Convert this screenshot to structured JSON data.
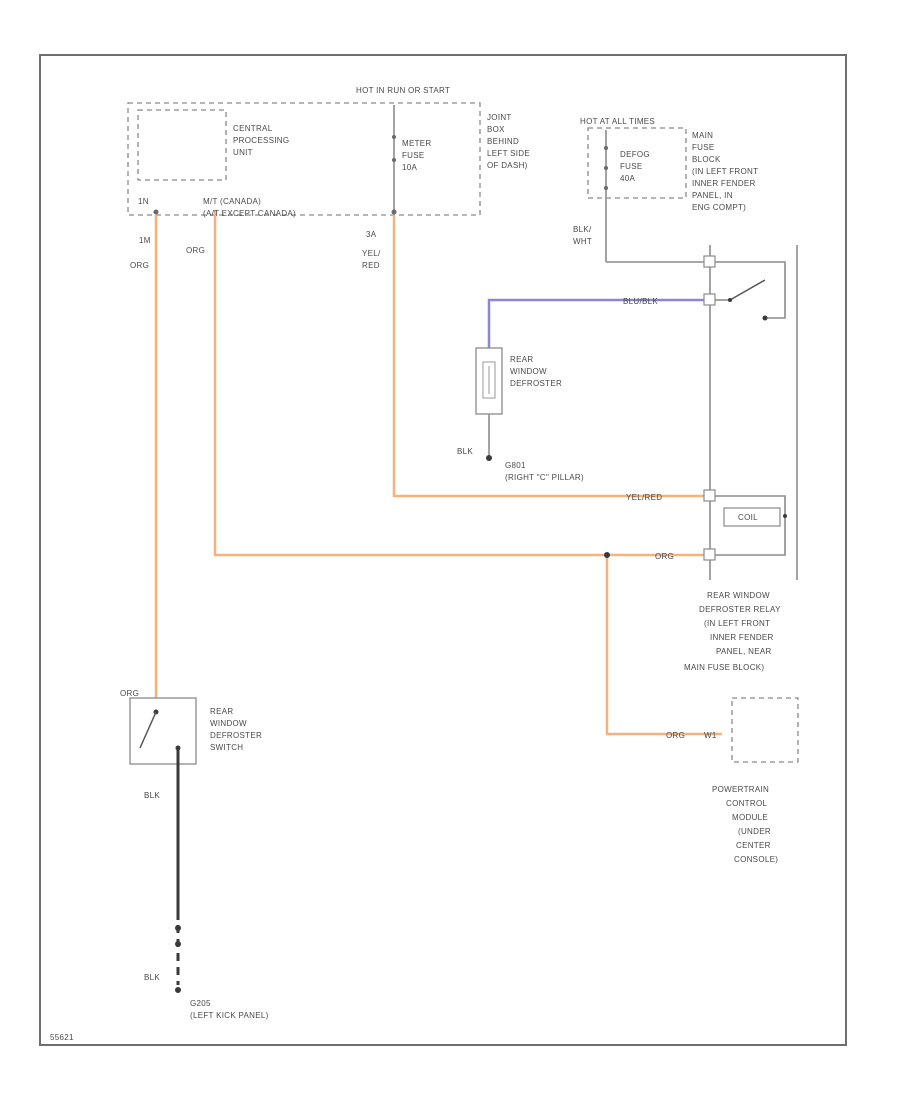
{
  "hot_in_run_label": "HOT IN RUN OR START",
  "hot_at_all_times_label": "HOT AT ALL TIMES",
  "cpu_label": [
    "CENTRAL",
    "PROCESSING",
    "UNIT"
  ],
  "junction_box_label": [
    "JOINT",
    "BOX",
    "BEHIND",
    "LEFT SIDE",
    "OF DASH)"
  ],
  "meter_fuse_label": [
    "METER",
    "FUSE",
    "10A"
  ],
  "defog_fuse_label": [
    "DEFOG",
    "FUSE",
    "40A"
  ],
  "main_fuse_block_label": [
    "MAIN",
    "FUSE",
    "BLOCK",
    "(IN LEFT FRONT",
    "INNER FENDER",
    "PANEL, IN",
    "ENG COMPT)"
  ],
  "cpu_pin_1": "1N",
  "cpu_pin_note_1": "M/T (CANADA)",
  "cpu_pin_note_2": "(A/T EXCEPT CANADA)",
  "junction_pin": "3A",
  "wire_ids": {
    "cpu_pin_wire": "1M",
    "org_left": "ORG",
    "org_mid": "ORG",
    "yel_red_top": "YEL/",
    "yel_red_bot": "RED",
    "blk_wht_top": "BLK/",
    "blk_wht_bot": "WHT",
    "blu_blk": "BLU/BLK",
    "blk_g": "BLK",
    "yel_red_relay": "YEL/RED",
    "org_relay": "ORG",
    "org_pcm": "ORG",
    "pcm_pin": "W1",
    "org_switch": "ORG",
    "blk_switch": "BLK",
    "blk_ground": "BLK"
  },
  "rear_window_defroster_label": [
    "REAR",
    "WINDOW",
    "DEFROSTER"
  ],
  "ground_g801_label": [
    "G801",
    "(RIGHT \"C\" PILLAR)"
  ],
  "relay_label": [
    "REAR WINDOW",
    "DEFROSTER RELAY",
    "(IN LEFT FRONT",
    "INNER FENDER",
    "PANEL, NEAR",
    "MAIN FUSE BLOCK)"
  ],
  "coil_label": "COIL",
  "switch_label": [
    "REAR",
    "WINDOW",
    "DEFROSTER",
    "SWITCH"
  ],
  "pcm_label": [
    "POWERTRAIN",
    "CONTROL",
    "MODULE",
    "(UNDER",
    "CENTER",
    "CONSOLE)"
  ],
  "ground_g205_label": [
    "G205",
    "(LEFT KICK PANEL)"
  ],
  "page_code": "55621"
}
